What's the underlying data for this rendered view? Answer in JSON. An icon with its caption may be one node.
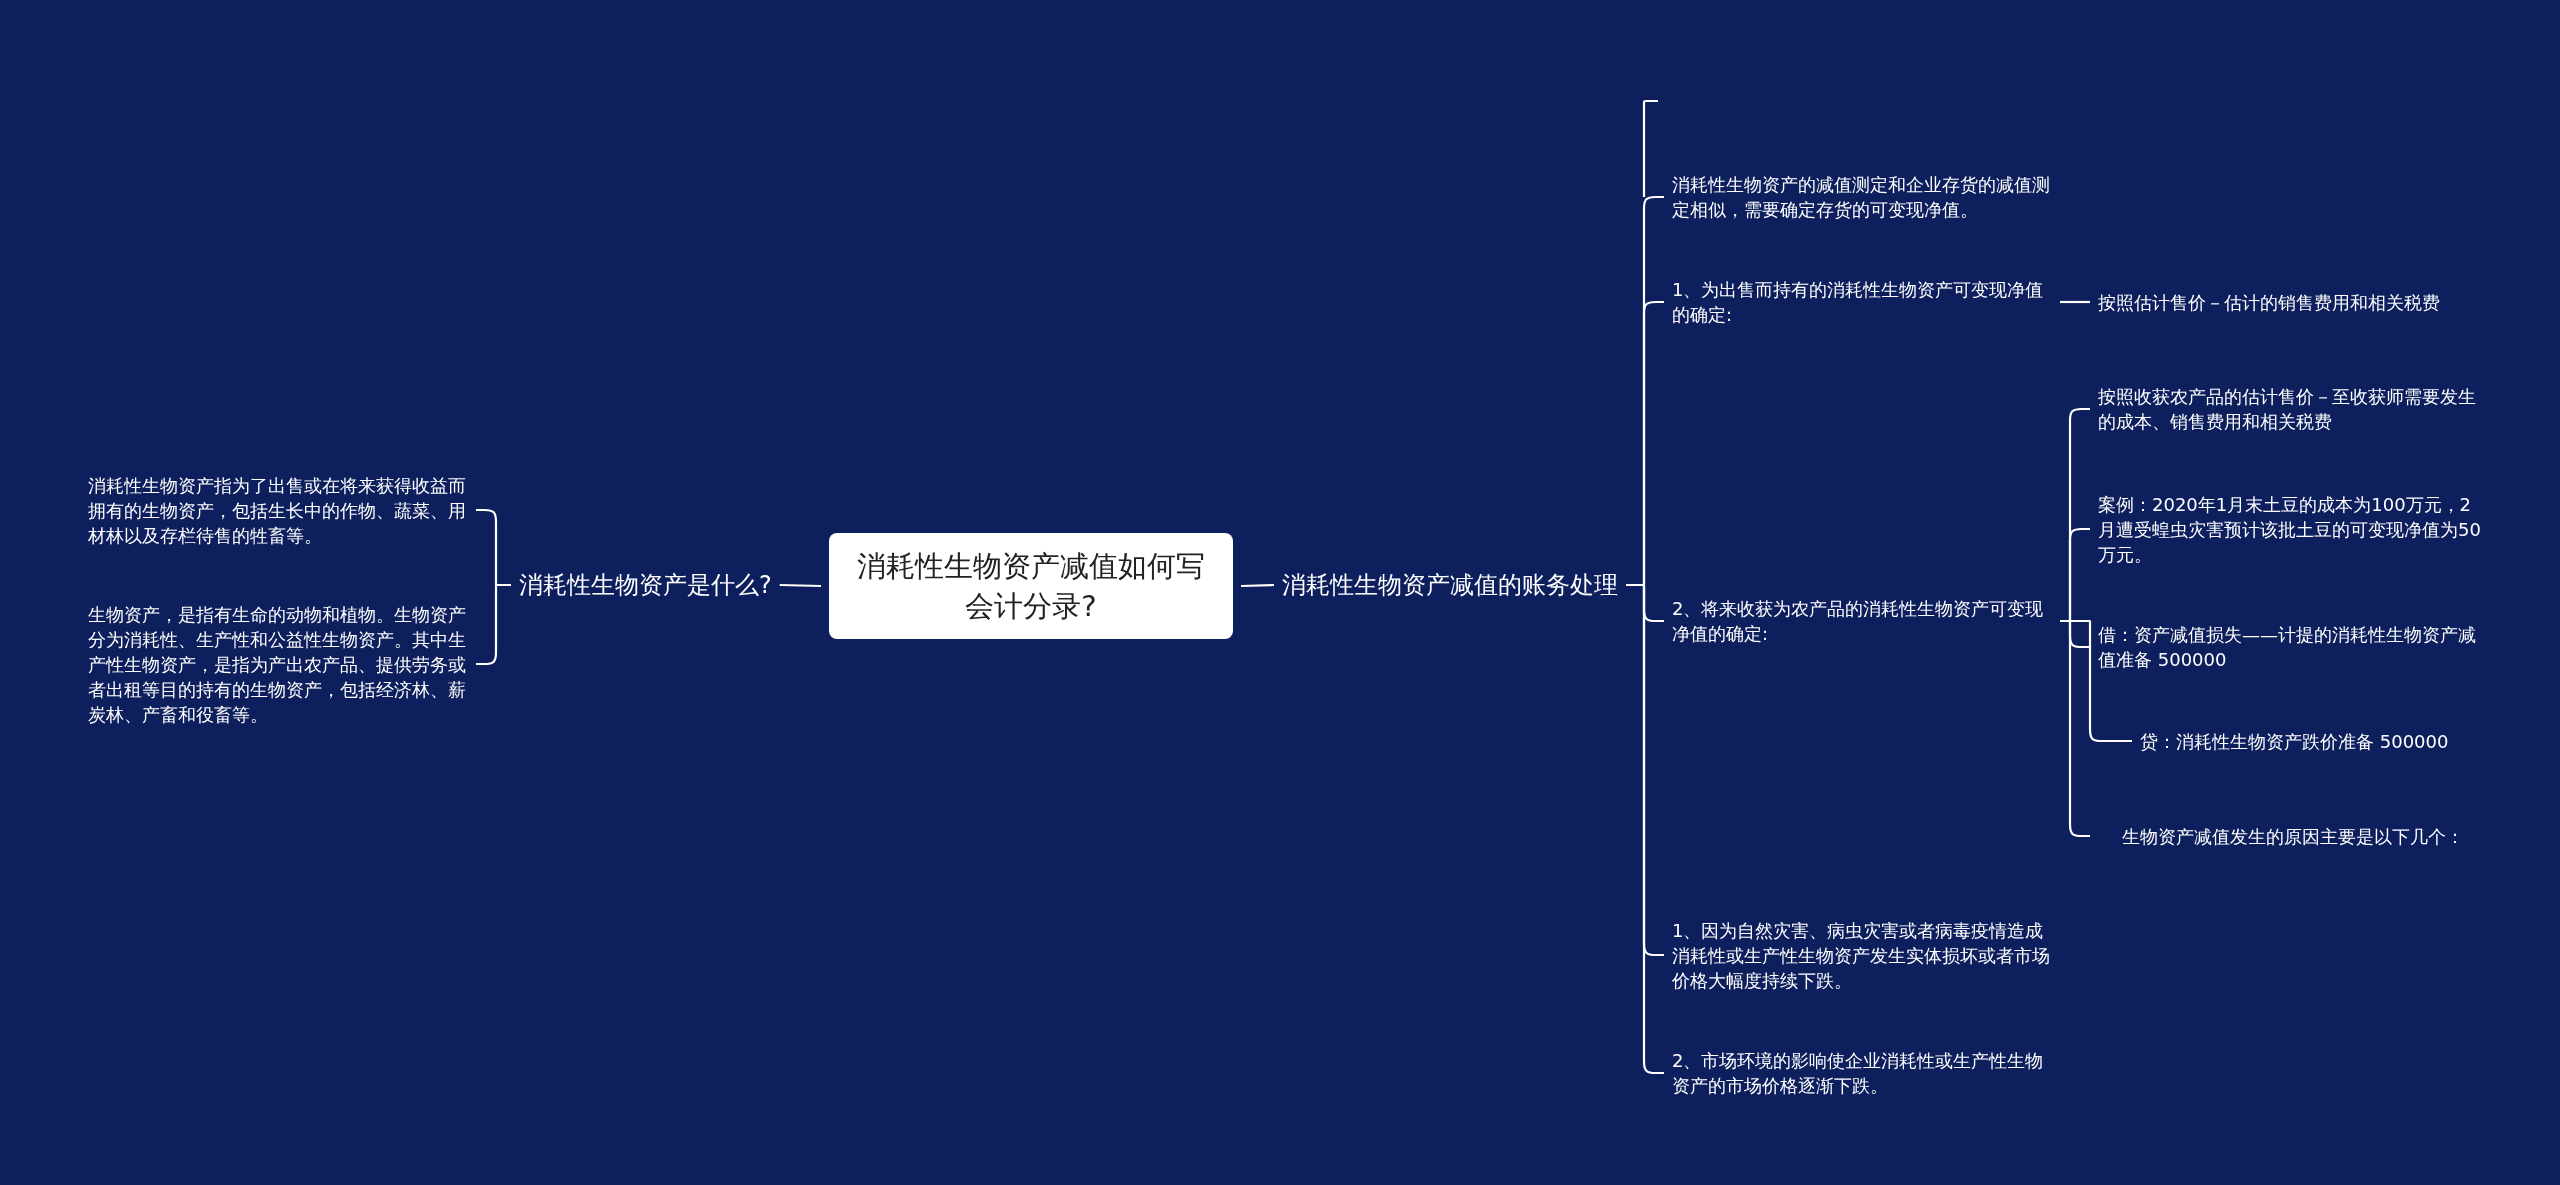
{
  "diagram": {
    "nodes": [
      {
        "text": [
          "消耗性生物资产减值如何写会计分录?"
        ]
      },
      {
        "text": [
          "消耗性生物资产是什么?"
        ]
      },
      {
        "text": [
          "消耗性生物资产指为了出售或在将来获得收益而拥有的生物资产，包括生长中的作物、蔬菜、用材林以及存栏待售的牲畜等。"
        ]
      },
      {
        "text": [
          "生物资产，是指有生命的动物和植物。生物资产分为消耗性、生产性和公益性生物资产。其中生产性生物资产，是指为产出农产品、提供劳务或者出租等目的持有的生物资产，包括经济林、薪炭林、产畜和役畜等。"
        ]
      },
      {
        "text": [
          "消耗性生物资产减值的账务处理"
        ]
      },
      {
        "text": [
          "消耗性生物资产的减值测定和企业存货的减值测定相似，需要确定存货的可变现净值。"
        ]
      },
      {
        "text": [
          "1、为出售而持有的消耗性生物资产可变现净值的确定:"
        ]
      },
      {
        "text": [
          "按照估计售价－估计的销售费用和相关税费"
        ]
      },
      {
        "text": [
          "2、将来收获为农产品的消耗性生物资产可变现净值的确定:"
        ]
      },
      {
        "text": [
          "按照收获农产品的估计售价－至收获师需要发生的成本、销售费用和相关税费"
        ]
      },
      {
        "text": [
          "案例：2020年1月末土豆的成本为100万元，2月遭受蝗虫灾害预计该批土豆的可变现净值为50万元。"
        ]
      },
      {
        "text": [
          "借：资产减值损失——计提的消耗性生物资产减值准备   500000"
        ]
      },
      {
        "text": [
          "贷：消耗性生物资产跌价准备   500000"
        ]
      },
      {
        "text": [
          "生物资产减值发生的原因主要是以下几个："
        ]
      },
      {
        "text": [
          "1、因为自然灾害、病虫灾害或者病毒疫情造成消耗性或生产性生物资产发生实体损坏或者市场价格大幅度持续下跌。"
        ]
      },
      {
        "text": [
          "2、市场环境的影响使企业消耗性或生产性生物资产的市场价格逐渐下跌。"
        ]
      }
    ],
    "edges": [
      {
        "from": 0,
        "to": 1,
        "arrow": "none"
      },
      {
        "from": 1,
        "to": 2,
        "arrow": "none"
      },
      {
        "from": 1,
        "to": 3,
        "arrow": "none"
      },
      {
        "from": 0,
        "to": 4,
        "arrow": "none"
      },
      {
        "from": 4,
        "to": 5,
        "arrow": "none"
      },
      {
        "from": 4,
        "to": 6,
        "arrow": "none"
      },
      {
        "from": 4,
        "to": 8,
        "arrow": "none"
      },
      {
        "from": 4,
        "to": 14,
        "arrow": "none"
      },
      {
        "from": 4,
        "to": 15,
        "arrow": "none"
      },
      {
        "from": 6,
        "to": 7,
        "arrow": "none"
      },
      {
        "from": 8,
        "to": 9,
        "arrow": "none"
      },
      {
        "from": 8,
        "to": 10,
        "arrow": "none"
      },
      {
        "from": 8,
        "to": 11,
        "arrow": "none"
      },
      {
        "from": 8,
        "to": 12,
        "arrow": "none"
      },
      {
        "from": 8,
        "to": 13,
        "arrow": "none"
      }
    ]
  }
}
